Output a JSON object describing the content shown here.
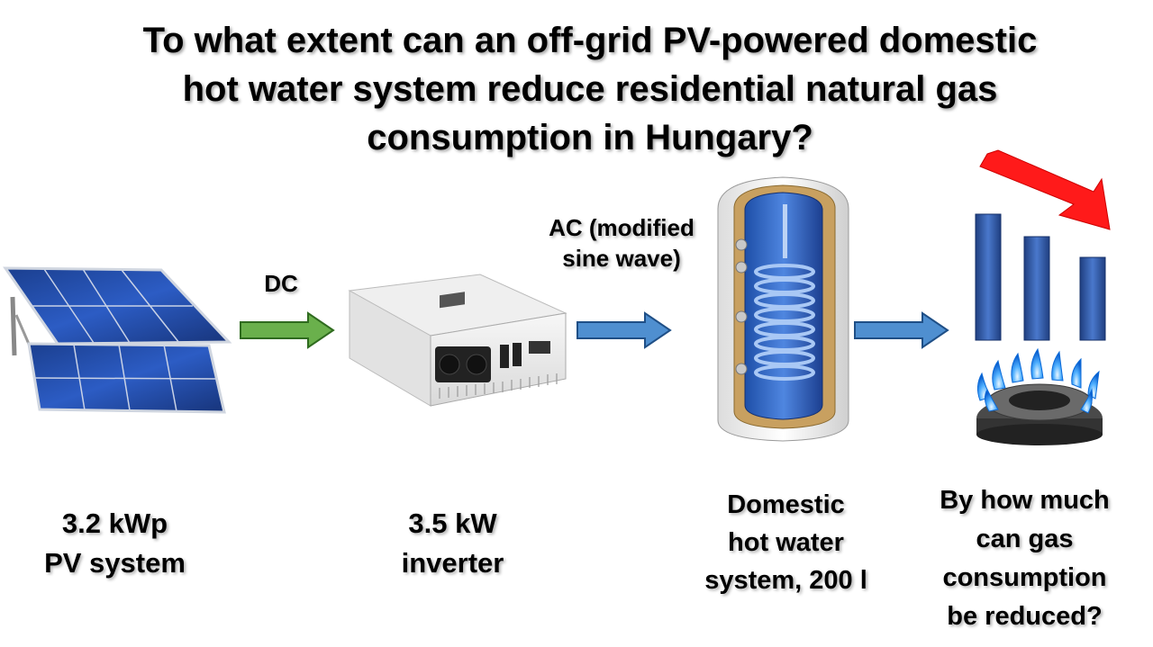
{
  "title": {
    "line1": "To what extent can an off-grid PV-powered domestic",
    "line2": "hot water system reduce residential natural gas",
    "line3": "consumption in Hungary?"
  },
  "flow": {
    "dc_label": "DC",
    "ac_label_line1": "AC (modified",
    "ac_label_line2": "sine wave)"
  },
  "components": {
    "pv": {
      "line1": "3.2 kWp",
      "line2": "PV system"
    },
    "inverter": {
      "line1": "3.5 kW",
      "line2": "inverter"
    },
    "hot_water": {
      "line1": "Domestic",
      "line2": "hot water",
      "line3": "system, 200 l"
    },
    "gas": {
      "line1": "By how much",
      "line2": "can gas",
      "line3": "consumption",
      "line4": "be reduced?"
    }
  },
  "colors": {
    "dc_arrow": "#6ab04c",
    "ac_arrow": "#4f8fd0",
    "trend_arrow": "#ff1a1a",
    "bars": "#2f5ba6",
    "flame": "#1e88e5"
  },
  "icons": {
    "pv": "solar-panel-icon",
    "inverter": "inverter-icon",
    "tank": "hot-water-tank-icon",
    "burner": "gas-burner-icon",
    "chart": "decreasing-bar-chart-icon"
  }
}
